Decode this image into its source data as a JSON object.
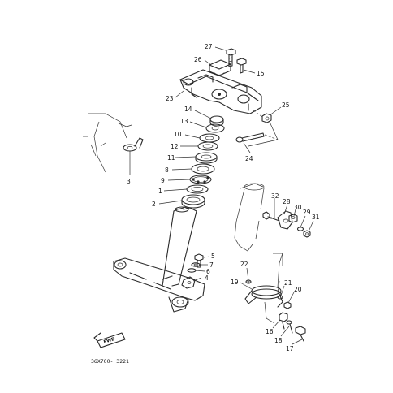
{
  "diagram": {
    "drawing_code": "36X700- 3221",
    "fwd_label": "FWD",
    "callouts": [
      "27",
      "26",
      "15",
      "23",
      "25",
      "14",
      "13",
      "10",
      "12",
      "11",
      "8",
      "9",
      "1",
      "2",
      "3",
      "24",
      "32",
      "28",
      "30",
      "29",
      "31",
      "5",
      "7",
      "6",
      "4",
      "22",
      "19",
      "21",
      "20",
      "16",
      "18",
      "17"
    ]
  }
}
